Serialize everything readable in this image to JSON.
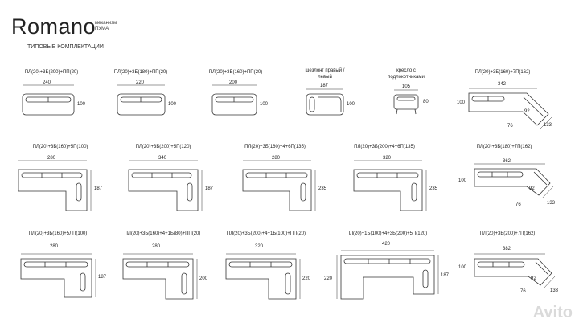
{
  "header": {
    "title": "Romano",
    "mechanism": [
      "механизм",
      "ПУМА"
    ],
    "subtitle": "ТИПОВЫЕ КОМПЛЕКТАЦИИ"
  },
  "rows": [
    [
      {
        "label": "ПЛ(20)+3Б(200)+ПП(20)",
        "w": "240",
        "h": "100"
      },
      {
        "label": "ПЛ(20)+3Б(180)+ПП(20)",
        "w": "220",
        "h": "100"
      },
      {
        "label": "ПЛ(20)+3Б(160)+ПП(20)",
        "w": "200",
        "h": "100"
      },
      {
        "label": "шезлонг правый / левый",
        "w": "187",
        "h": "100"
      },
      {
        "label": "кресло с подлокотниками",
        "w": "105",
        "h": "80"
      },
      {
        "label": "ПЛ(20)+3Б(160)+7П(162)",
        "w": "342",
        "h": "100",
        "d1": "92",
        "d2": "76",
        "d3": "133"
      }
    ],
    [
      {
        "label": "ПЛ(20)+3Б(160)+5П(100)",
        "w": "280",
        "h": "187"
      },
      {
        "label": "ПЛ(20)+3Б(200)+5П(120)",
        "w": "340",
        "h": "187"
      },
      {
        "label": "ПЛ(20)+3Б(160)+4+6П(135)",
        "w": "280",
        "h": "235"
      },
      {
        "label": "ПЛ(20)+3Б(200)+4+6П(135)",
        "w": "320",
        "h": "235"
      },
      {
        "label": "ПЛ(20)+3Б(180)+7П(162)",
        "w": "362",
        "h": "100",
        "d1": "92",
        "d2": "76",
        "d3": "133"
      }
    ],
    [
      {
        "label": "ПЛ(20)+3Б(160)+5ЛП(100)",
        "w": "280",
        "h": "187"
      },
      {
        "label": "ПЛ(20)+3Б(160)+4+1Б(80)+ПП(20)",
        "w": "280",
        "h": "200"
      },
      {
        "label": "ПЛ(20)+3Б(200)+4+1Б(100)+ПП(20)",
        "w": "320",
        "h": "220"
      },
      {
        "label": "ПЛ(20)+1Б(100)+4+3Б(200)+5П(120)",
        "w": "420",
        "h1": "220",
        "h2": "187"
      },
      {
        "label": "ПЛ(20)+3Б(200)+7П(162)",
        "w": "382",
        "h": "100",
        "d1": "92",
        "d2": "76",
        "d3": "133"
      }
    ]
  ],
  "watermark": "Avito"
}
